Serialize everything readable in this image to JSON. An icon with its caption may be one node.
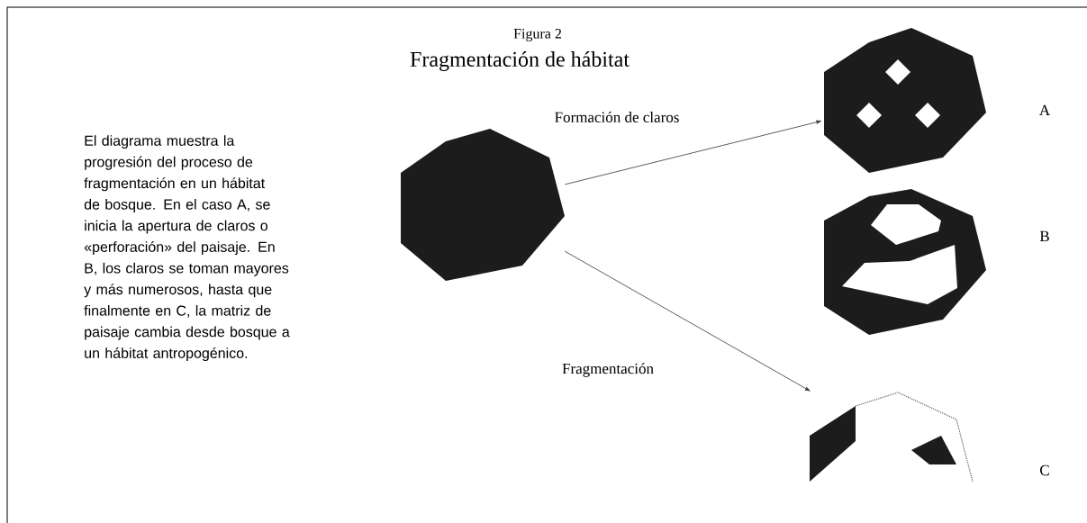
{
  "diagram": {
    "title": "Fragmentación de hábitat",
    "nodes": [
      {
        "text": [],
        "shape": "polygon"
      },
      {
        "text": [],
        "shape": "polygon"
      },
      {
        "text": [],
        "shape": "polygon"
      },
      {
        "text": [],
        "shape": "polygon"
      }
    ],
    "edges": [
      {
        "from": 0,
        "to": 1,
        "arrow": "to",
        "label": "Formación de claros"
      },
      {
        "from": 0,
        "to": 3,
        "arrow": "to",
        "label": "Fragmentación"
      }
    ],
    "labels": [
      "A",
      "B",
      "C",
      "Figura 2",
      "El diagrama muestra la progresión del proceso de fragmentación en un hábitat de bosque. En el caso A, se inicia la apertura de claros o «perforación» del paisaje. En B, los claros se toman mayores y más numerosos, hasta que finalmente en C, la matriz de paisaje cambia desde bosque a un hábitat antropogénico."
    ]
  }
}
